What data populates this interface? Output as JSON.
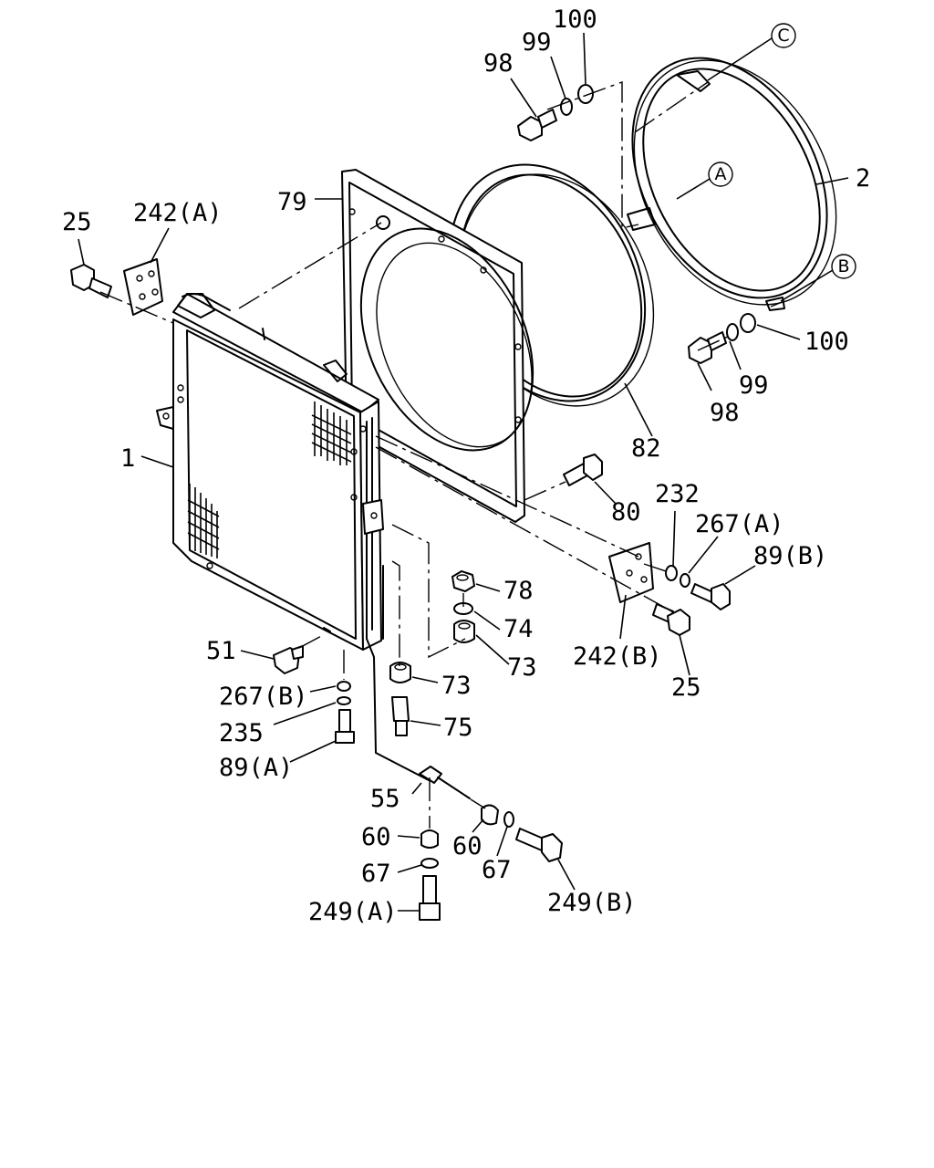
{
  "diagram": {
    "callouts": [
      {
        "id": "c-100-top",
        "text": "100"
      },
      {
        "id": "c-99-top",
        "text": "99"
      },
      {
        "id": "c-98-top",
        "text": "98"
      },
      {
        "id": "c-2",
        "text": "2"
      },
      {
        "id": "c-79",
        "text": "79"
      },
      {
        "id": "c-242a",
        "text": "242(A)"
      },
      {
        "id": "c-25-left",
        "text": "25"
      },
      {
        "id": "c-100-right",
        "text": "100"
      },
      {
        "id": "c-99-right",
        "text": "99"
      },
      {
        "id": "c-98-right",
        "text": "98"
      },
      {
        "id": "c-82",
        "text": "82"
      },
      {
        "id": "c-1",
        "text": "1"
      },
      {
        "id": "c-80",
        "text": "80"
      },
      {
        "id": "c-232",
        "text": "232"
      },
      {
        "id": "c-267a",
        "text": "267(A)"
      },
      {
        "id": "c-89b",
        "text": "89(B)"
      },
      {
        "id": "c-78",
        "text": "78"
      },
      {
        "id": "c-74",
        "text": "74"
      },
      {
        "id": "c-73-right",
        "text": "73"
      },
      {
        "id": "c-242b",
        "text": "242(B)"
      },
      {
        "id": "c-25-right",
        "text": "25"
      },
      {
        "id": "c-51",
        "text": "51"
      },
      {
        "id": "c-73-left",
        "text": "73"
      },
      {
        "id": "c-267b",
        "text": "267(B)"
      },
      {
        "id": "c-75",
        "text": "75"
      },
      {
        "id": "c-235",
        "text": "235"
      },
      {
        "id": "c-89a",
        "text": "89(A)"
      },
      {
        "id": "c-55",
        "text": "55"
      },
      {
        "id": "c-60-left",
        "text": "60"
      },
      {
        "id": "c-60-right",
        "text": "60"
      },
      {
        "id": "c-67-left",
        "text": "67"
      },
      {
        "id": "c-67-right",
        "text": "67"
      },
      {
        "id": "c-249a",
        "text": "249(A)"
      },
      {
        "id": "c-249b",
        "text": "249(B)"
      }
    ],
    "reference_markers": [
      {
        "id": "ref-a",
        "text": "A"
      },
      {
        "id": "ref-b",
        "text": "B"
      },
      {
        "id": "ref-c",
        "text": "C"
      }
    ]
  }
}
